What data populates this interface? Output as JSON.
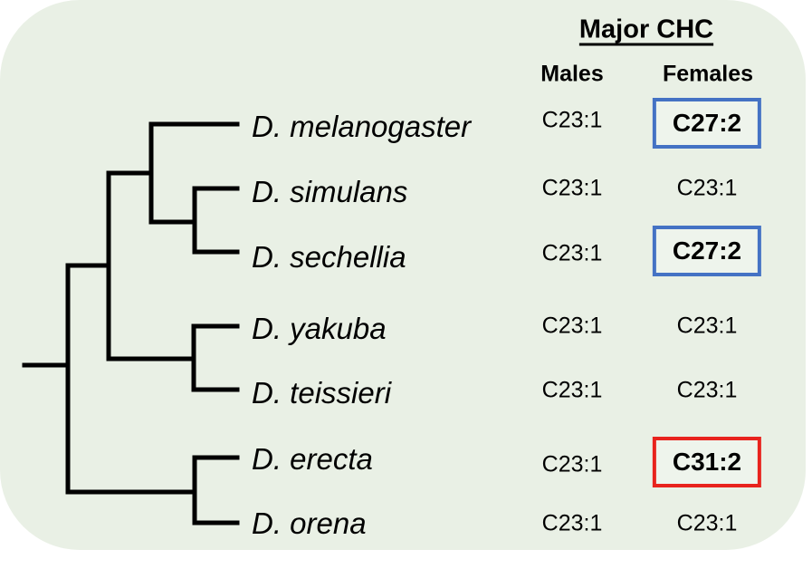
{
  "header": {
    "title": "Major CHC",
    "males_label": "Males",
    "females_label": "Females"
  },
  "colors": {
    "panel_background": "#e9f0e5",
    "tree_line": "#000000",
    "highlight_blue": "#4472c4",
    "highlight_red": "#e8231d"
  },
  "tree": {
    "type": "phylogeny",
    "newick": "(((D. melanogaster,(D. simulans,D. sechellia)),(D. yakuba,D. teissieri)),(D. erecta,D. orena))"
  },
  "rows": [
    {
      "species": "D. melanogaster",
      "male": "C23:1",
      "female": "C27:2",
      "female_box": "blue"
    },
    {
      "species": "D. simulans",
      "male": "C23:1",
      "female": "C23:1",
      "female_box": "none"
    },
    {
      "species": "D. sechellia",
      "male": "C23:1",
      "female": "C27:2",
      "female_box": "blue"
    },
    {
      "species": "D. yakuba",
      "male": "C23:1",
      "female": "C23:1",
      "female_box": "none"
    },
    {
      "species": "D. teissieri",
      "male": "C23:1",
      "female": "C23:1",
      "female_box": "none"
    },
    {
      "species": "D. erecta",
      "male": "C23:1",
      "female": "C31:2",
      "female_box": "red"
    },
    {
      "species": "D. orena",
      "male": "C23:1",
      "female": "C23:1",
      "female_box": "none"
    }
  ]
}
